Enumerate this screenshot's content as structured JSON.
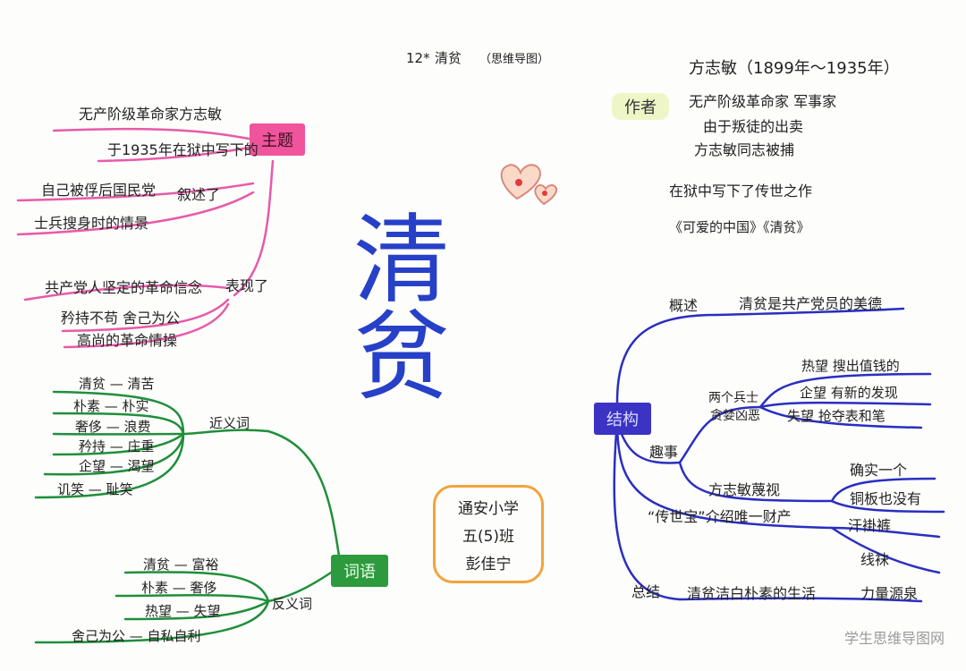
{
  "header": {
    "number": "12*",
    "title": "清贫",
    "note": "（思维导图）"
  },
  "center_title": "清贫",
  "colors": {
    "pink": "#e85aa8",
    "green": "#1f8f3a",
    "blue": "#2a2ec0",
    "orange": "#f2a43a",
    "center_text": "#2740c8"
  },
  "theme": {
    "label": "主题",
    "line1": "无产阶级革命家方志敏",
    "line2": "于1935年在狱中写下的",
    "narrate": {
      "label": "叙述了",
      "items": [
        "自己被俘后国民党",
        "士兵搜身时的情景"
      ]
    },
    "show": {
      "label": "表现了",
      "items": [
        "共产党人坚定的革命信念",
        "矜持不苟  舍己为公",
        "高尚的革命情操"
      ]
    }
  },
  "author": {
    "label": "作者",
    "name": "方志敏（1899年～1935年）",
    "lines": [
      "无产阶级革命家  军事家",
      "由于叛徒的出卖",
      "方志敏同志被捕",
      "在狱中写下了传世之作",
      "《可爱的中国》《清贫》"
    ]
  },
  "words": {
    "label": "词语",
    "synonyms": {
      "label": "近义词",
      "items": [
        "清贫 — 清苦",
        "朴素 — 朴实",
        "奢侈 — 浪费",
        "矜持 — 庄重",
        "企望 — 渴望",
        "讥笑 — 耻笑"
      ]
    },
    "antonyms": {
      "label": "反义词",
      "items": [
        "清贫 — 富裕",
        "朴素 — 奢侈",
        "热望 — 失望",
        "舍己为公 — 自私自利"
      ]
    }
  },
  "structure": {
    "label": "结构",
    "overview": {
      "label": "概述",
      "text": "清贫是共产党员的美德"
    },
    "story": {
      "label": "趣事",
      "two_soldiers": {
        "label1": "两个兵士",
        "label2": "贪婪凶恶",
        "items": [
          "热望  搜出值钱的",
          "企望  有新的发现",
          "失望  抢夺表和笔"
        ]
      },
      "contempt": {
        "label": "方志敏蔑视",
        "items": [
          "确实一个",
          "铜板也没有"
        ]
      },
      "heirloom": {
        "label": "“传世宝”介绍唯一财产",
        "items": [
          "汗褂裤",
          "线袜"
        ]
      }
    },
    "summary": {
      "label": "总结",
      "text": "清贫洁白朴素的生活",
      "source": "力量源泉"
    }
  },
  "school": {
    "lines": [
      "通安小学",
      "五(5)班",
      "彭佳宁"
    ]
  },
  "watermark": "学生思维导图网"
}
